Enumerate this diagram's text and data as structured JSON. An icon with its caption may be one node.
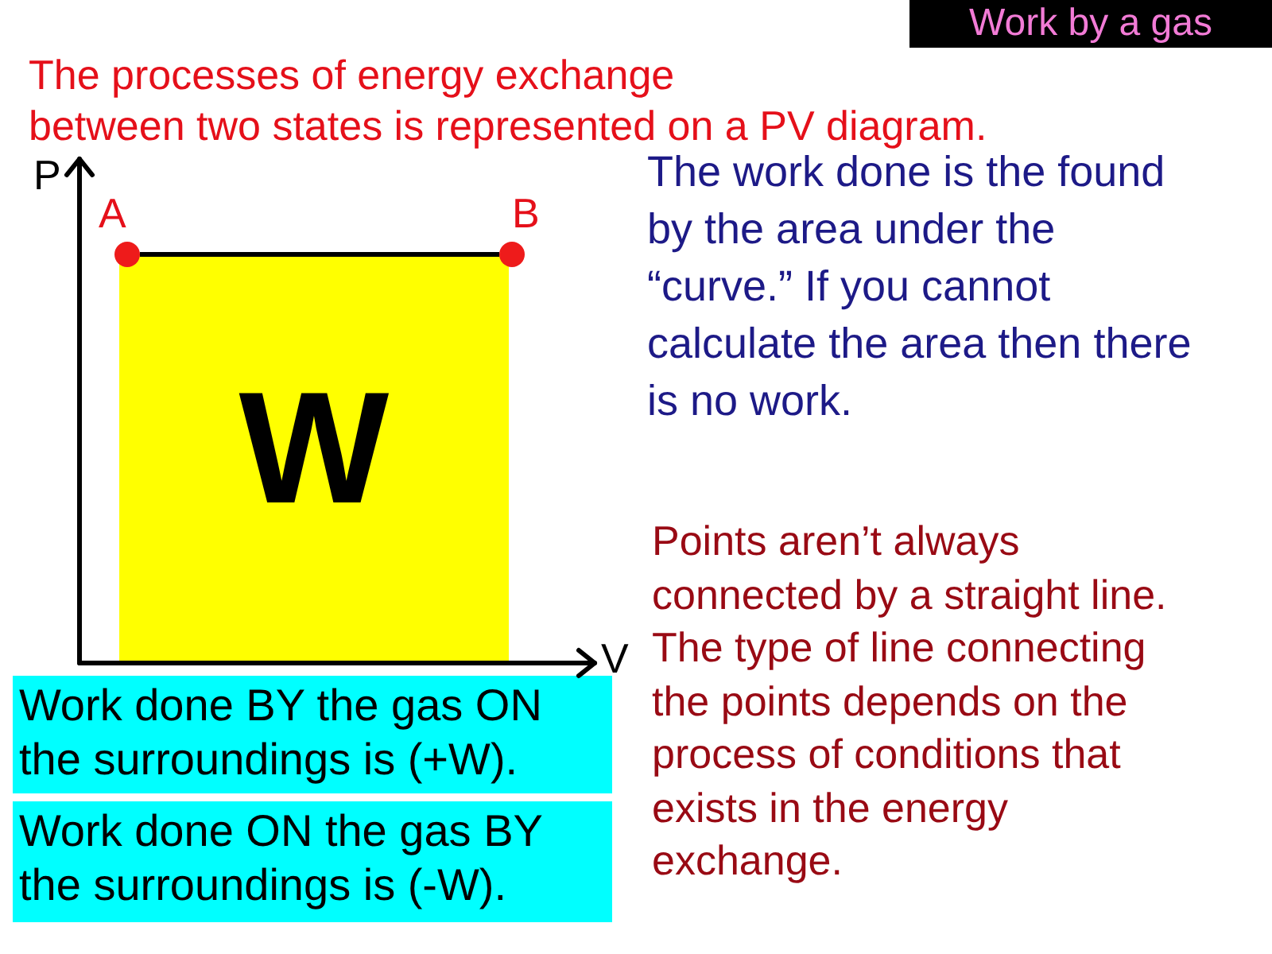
{
  "diagram": {
    "title": "Work by a gas",
    "nodes": [
      {
        "text": [],
        "shape": "circle",
        "beside": [
          "A"
        ]
      },
      {
        "text": [],
        "shape": "circle",
        "beside": [
          "B"
        ]
      },
      {
        "text": [
          "W"
        ]
      },
      {
        "text": [
          "Work done BY the gas ON the surroundings is (+W)."
        ]
      },
      {
        "text": [
          "Work done ON the gas BY the surroundings is (-W)."
        ]
      }
    ],
    "edges": [
      {
        "from": 0,
        "to": 1,
        "arrow": "none"
      }
    ],
    "labels": [
      "The processes of energy exchange between two states is represented on a PV diagram.",
      "P",
      "The work done is the found by the area under the “curve.” If you cannot calculate the area then there is no work.",
      "V",
      "Points aren’t always connected by a straight line. The type of line connecting the points depends on the process of conditions that exists in the energy exchange."
    ]
  }
}
